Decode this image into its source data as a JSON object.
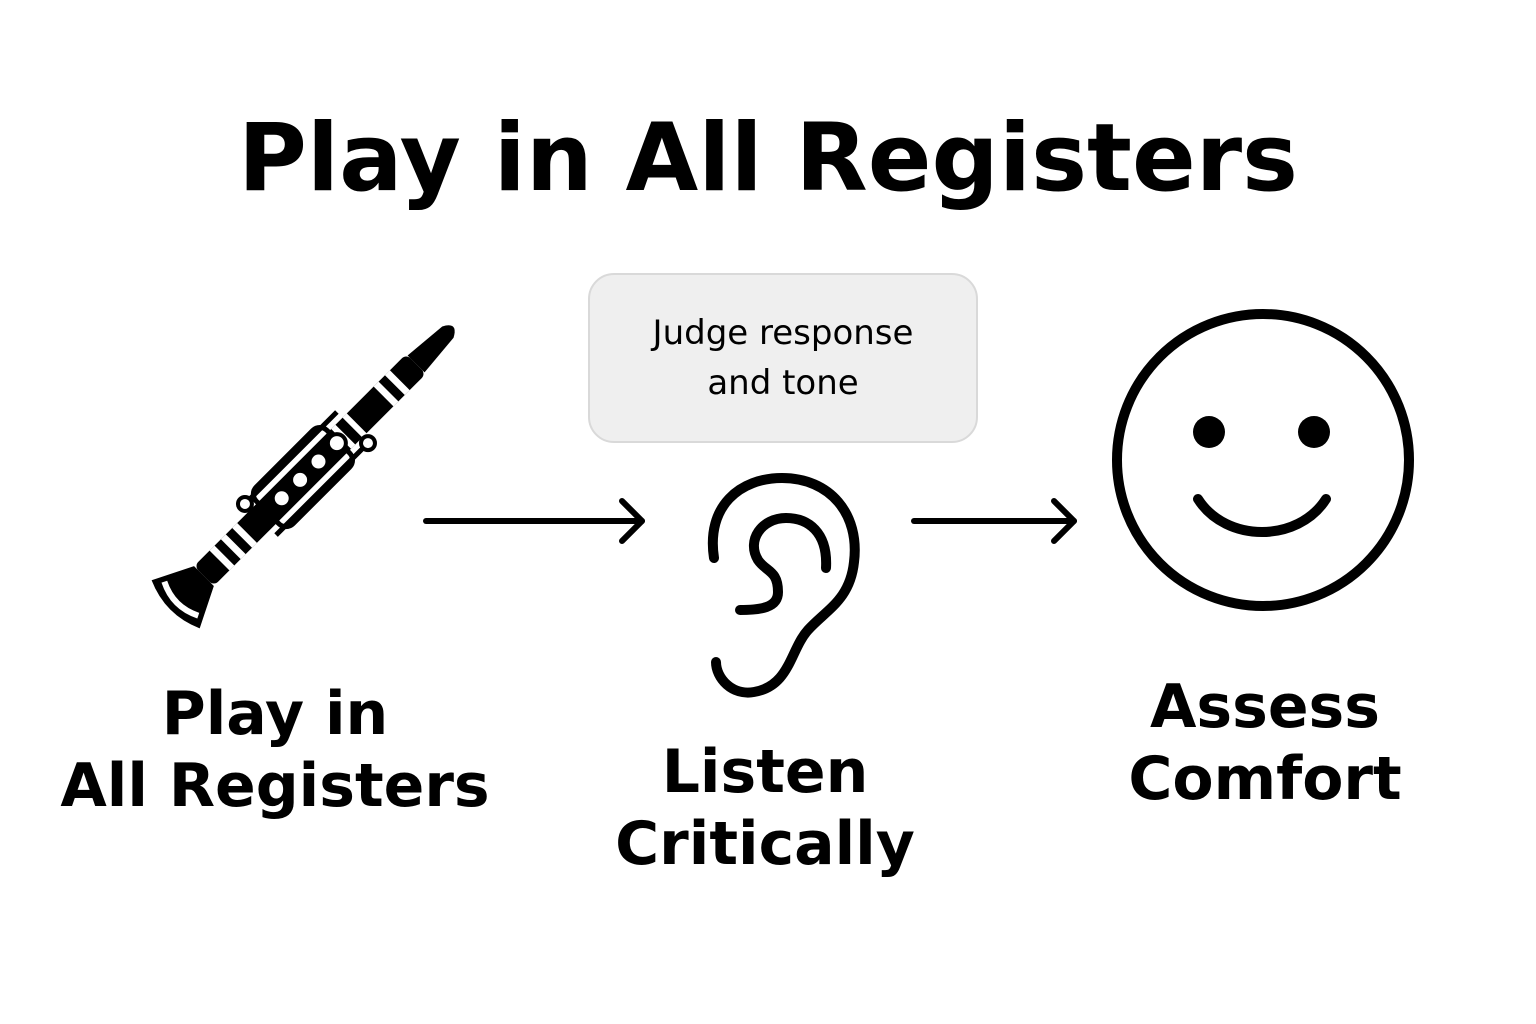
{
  "title": "Play in All Registers",
  "callout": {
    "text": "Judge response\nand tone"
  },
  "steps": [
    {
      "label": "Play in\nAll Registers",
      "icon": "clarinet-icon"
    },
    {
      "label": "Listen\nCritically",
      "icon": "ear-icon"
    },
    {
      "label": "Assess\nComfort",
      "icon": "smiley-face-icon"
    }
  ],
  "arrows": [
    "arrow-right-icon",
    "arrow-right-icon"
  ],
  "colors": {
    "ink": "#000000",
    "callout_fill": "#efefef",
    "callout_border": "#d9d9d9",
    "background": "#ffffff"
  }
}
